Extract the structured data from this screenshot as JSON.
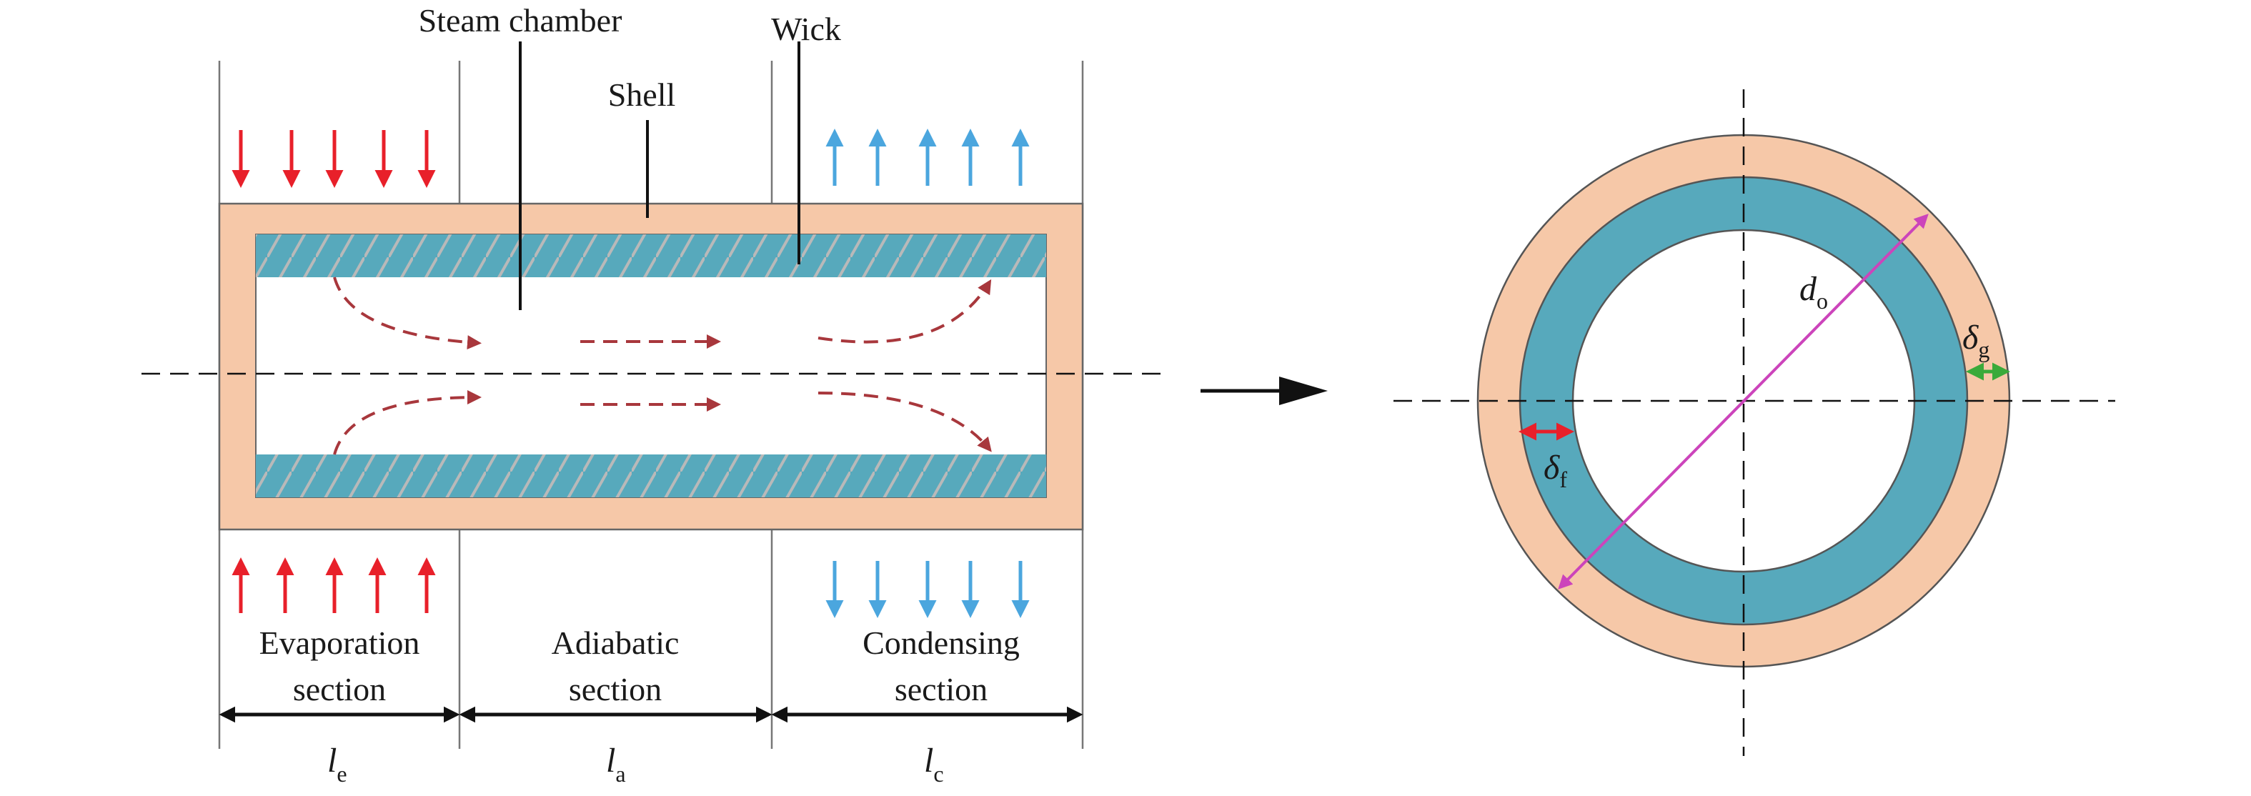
{
  "labels": {
    "steam_chamber": "Steam chamber",
    "shell": "Shell",
    "wick": "Wick",
    "evaporation_line1": "Evaporation",
    "evaporation_line2": "section",
    "adiabatic_line1": "Adiabatic",
    "adiabatic_line2": "section",
    "condensing_line1": "Condensing",
    "condensing_line2": "section"
  },
  "lengths": {
    "evaporation": {
      "symbol": "l",
      "sub": "e"
    },
    "adiabatic": {
      "symbol": "l",
      "sub": "a"
    },
    "condensing": {
      "symbol": "l",
      "sub": "c"
    }
  },
  "cross_section": {
    "outer_diameter": {
      "symbol": "d",
      "sub": "o"
    },
    "shell_thickness": {
      "symbol": "δ",
      "sub": "g"
    },
    "wick_thickness": {
      "symbol": "δ",
      "sub": "f"
    }
  },
  "colors": {
    "shell": "#F6C8A8",
    "wick": "#57A9BC",
    "heat_in": "#E8202A",
    "heat_out": "#4BA6DE",
    "vapor_flow": "#A8373C",
    "diameter": "#CC44BB",
    "shell_dim": "#3AAA3A",
    "wick_dim": "#E8202A"
  }
}
